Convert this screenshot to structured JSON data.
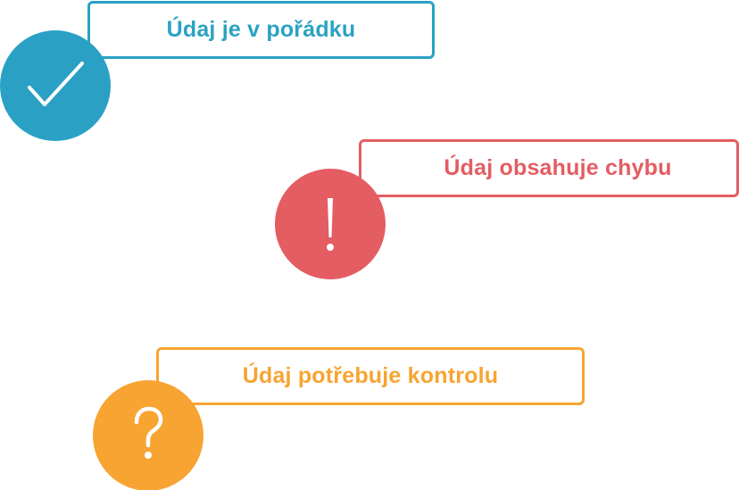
{
  "statuses": [
    {
      "label": "Údaj je v pořádku",
      "icon": "checkmark-icon",
      "color": "#2aa1c4"
    },
    {
      "label": "Údaj obsahuje chybu",
      "icon": "exclamation-icon",
      "color": "#e35d62"
    },
    {
      "label": "Údaj potřebuje kontrolu",
      "icon": "question-icon",
      "color": "#f7a432"
    }
  ]
}
